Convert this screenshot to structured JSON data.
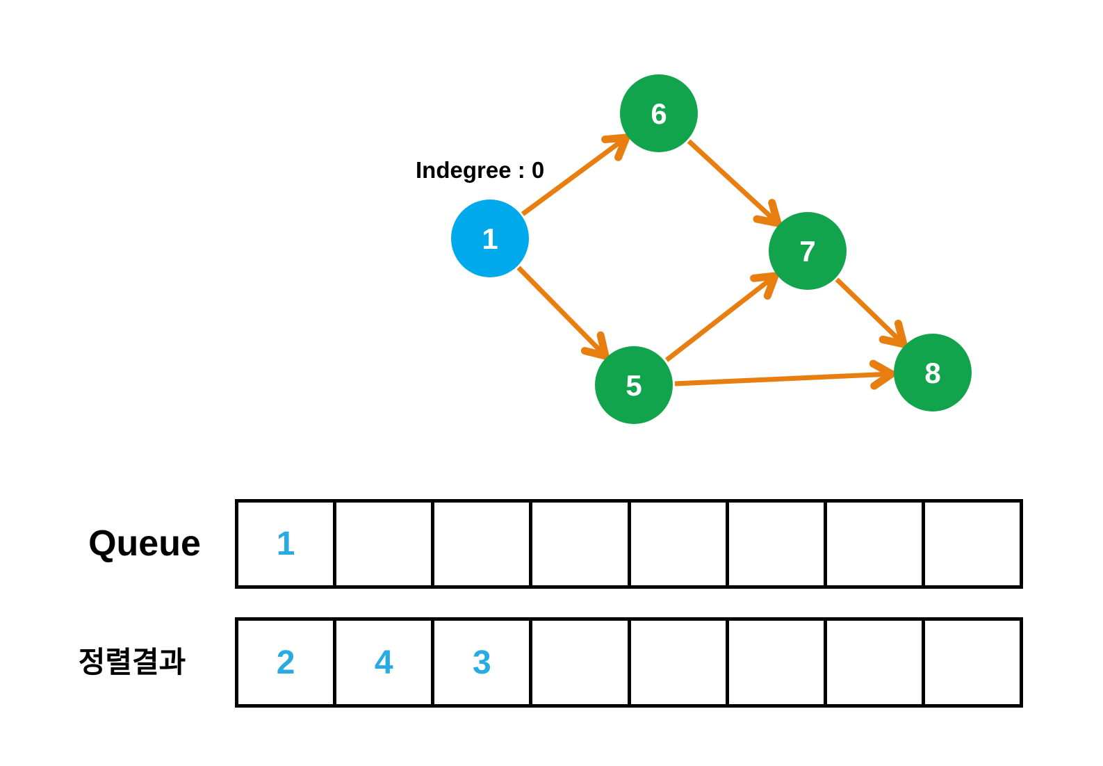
{
  "graph": {
    "indegree_label": "Indegree : 0",
    "nodes": [
      {
        "id": "1",
        "label": "1",
        "color": "#00A8EC"
      },
      {
        "id": "6",
        "label": "6",
        "color": "#12A34D"
      },
      {
        "id": "7",
        "label": "7",
        "color": "#12A34D"
      },
      {
        "id": "5",
        "label": "5",
        "color": "#12A34D"
      },
      {
        "id": "8",
        "label": "8",
        "color": "#12A34D"
      }
    ],
    "edges": [
      {
        "from": "1",
        "to": "6"
      },
      {
        "from": "6",
        "to": "7"
      },
      {
        "from": "1",
        "to": "5"
      },
      {
        "from": "5",
        "to": "7"
      },
      {
        "from": "7",
        "to": "8"
      },
      {
        "from": "5",
        "to": "8"
      }
    ]
  },
  "queue": {
    "label": "Queue",
    "cells": [
      "1",
      "",
      "",
      "",
      "",
      "",
      "",
      ""
    ]
  },
  "result": {
    "label": "정렬결과",
    "cells": [
      "2",
      "4",
      "3",
      "",
      "",
      "",
      "",
      ""
    ]
  },
  "colors": {
    "edge_orange": "#E87E10",
    "node_green": "#12A34D",
    "node_blue": "#00A8EC",
    "cell_value_blue": "#29ABE2",
    "text_black": "#000000"
  }
}
